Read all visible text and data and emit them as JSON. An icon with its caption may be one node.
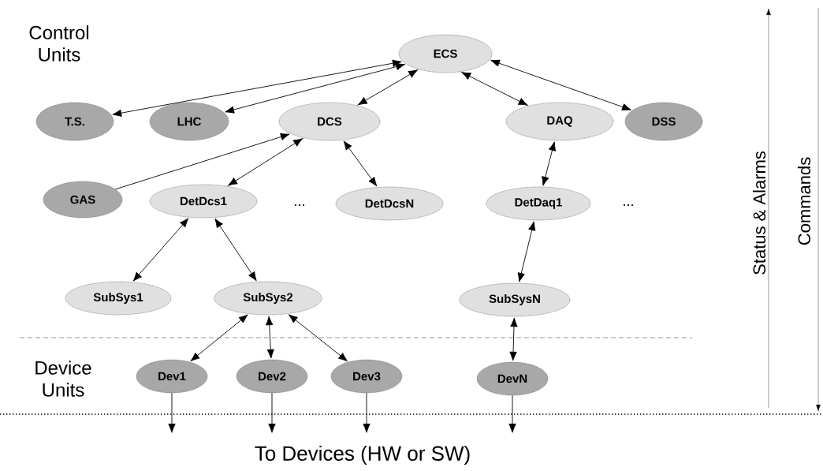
{
  "diagram": {
    "nodes": [
      {
        "text": [
          "ECS"
        ]
      },
      {
        "text": [
          "T.S."
        ]
      },
      {
        "text": [
          "LHC"
        ]
      },
      {
        "text": [
          "DCS"
        ]
      },
      {
        "text": [
          "DAQ"
        ]
      },
      {
        "text": [
          "DSS"
        ]
      },
      {
        "text": [
          "GAS"
        ]
      },
      {
        "text": [
          "DetDcs1"
        ]
      },
      {
        "text": [
          "DetDcsN"
        ]
      },
      {
        "text": [
          "DetDaq1"
        ]
      },
      {
        "text": [
          "SubSys1"
        ]
      },
      {
        "text": [
          "SubSys2"
        ]
      },
      {
        "text": [
          "SubSysN"
        ]
      },
      {
        "text": [
          "Dev1"
        ]
      },
      {
        "text": [
          "Dev2"
        ]
      },
      {
        "text": [
          "Dev3"
        ]
      },
      {
        "text": [
          "DevN"
        ]
      }
    ],
    "edges": [
      {
        "from": 0,
        "to": 1,
        "arrow": "both"
      },
      {
        "from": 0,
        "to": 2,
        "arrow": "both"
      },
      {
        "from": 0,
        "to": 3,
        "arrow": "both"
      },
      {
        "from": 0,
        "to": 4,
        "arrow": "both"
      },
      {
        "from": 0,
        "to": 5,
        "arrow": "both"
      },
      {
        "from": 6,
        "to": 3,
        "arrow": "to"
      },
      {
        "from": 3,
        "to": 7,
        "arrow": "both"
      },
      {
        "from": 3,
        "to": 8,
        "arrow": "both"
      },
      {
        "from": 4,
        "to": 9,
        "arrow": "both"
      },
      {
        "from": 7,
        "to": 10,
        "arrow": "both"
      },
      {
        "from": 7,
        "to": 11,
        "arrow": "both"
      },
      {
        "from": 9,
        "to": 12,
        "arrow": "both"
      },
      {
        "from": 11,
        "to": 13,
        "arrow": "both"
      },
      {
        "from": 11,
        "to": 14,
        "arrow": "both"
      },
      {
        "from": 11,
        "to": 15,
        "arrow": "both"
      },
      {
        "from": 12,
        "to": 16,
        "arrow": "both"
      },
      {
        "from": 13,
        "to": null,
        "arrow": "to"
      },
      {
        "from": 14,
        "to": null,
        "arrow": "to"
      },
      {
        "from": 15,
        "to": null,
        "arrow": "to"
      },
      {
        "from": 16,
        "to": null,
        "arrow": "to"
      }
    ],
    "labels": [
      "Control Units",
      "...",
      "...",
      "Device Units",
      "Status & Alarms",
      "Commands",
      "To Devices (HW or SW)"
    ]
  }
}
